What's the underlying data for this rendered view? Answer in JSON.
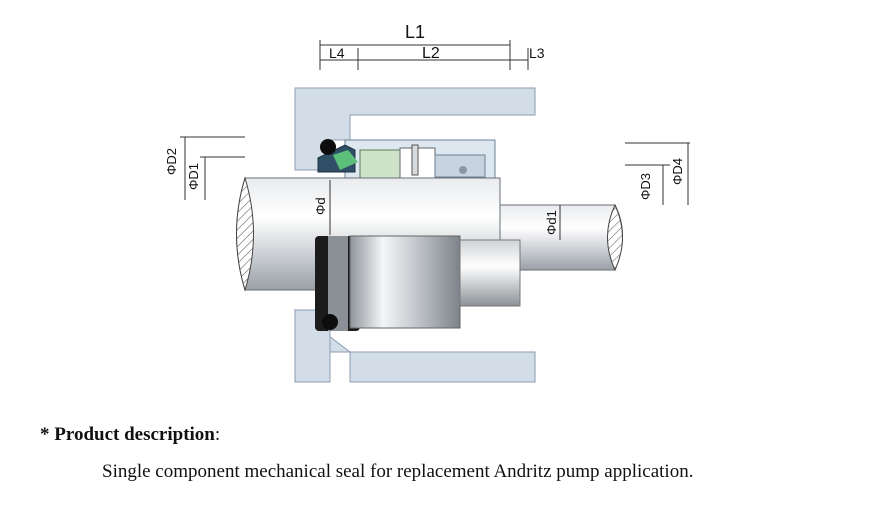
{
  "diagram": {
    "dims": {
      "L1": "L1",
      "L2": "L2",
      "L3": "L3",
      "L4": "L4",
      "D1": "ΦD1",
      "D2": "ΦD2",
      "D3": "ΦD3",
      "D4": "ΦD4",
      "d": "Φd",
      "d1": "Φd1"
    }
  },
  "description": {
    "heading_star": "* ",
    "heading": "Product description",
    "heading_colon": ":",
    "text": "Single component mechanical seal for replacement Andritz pump application."
  }
}
